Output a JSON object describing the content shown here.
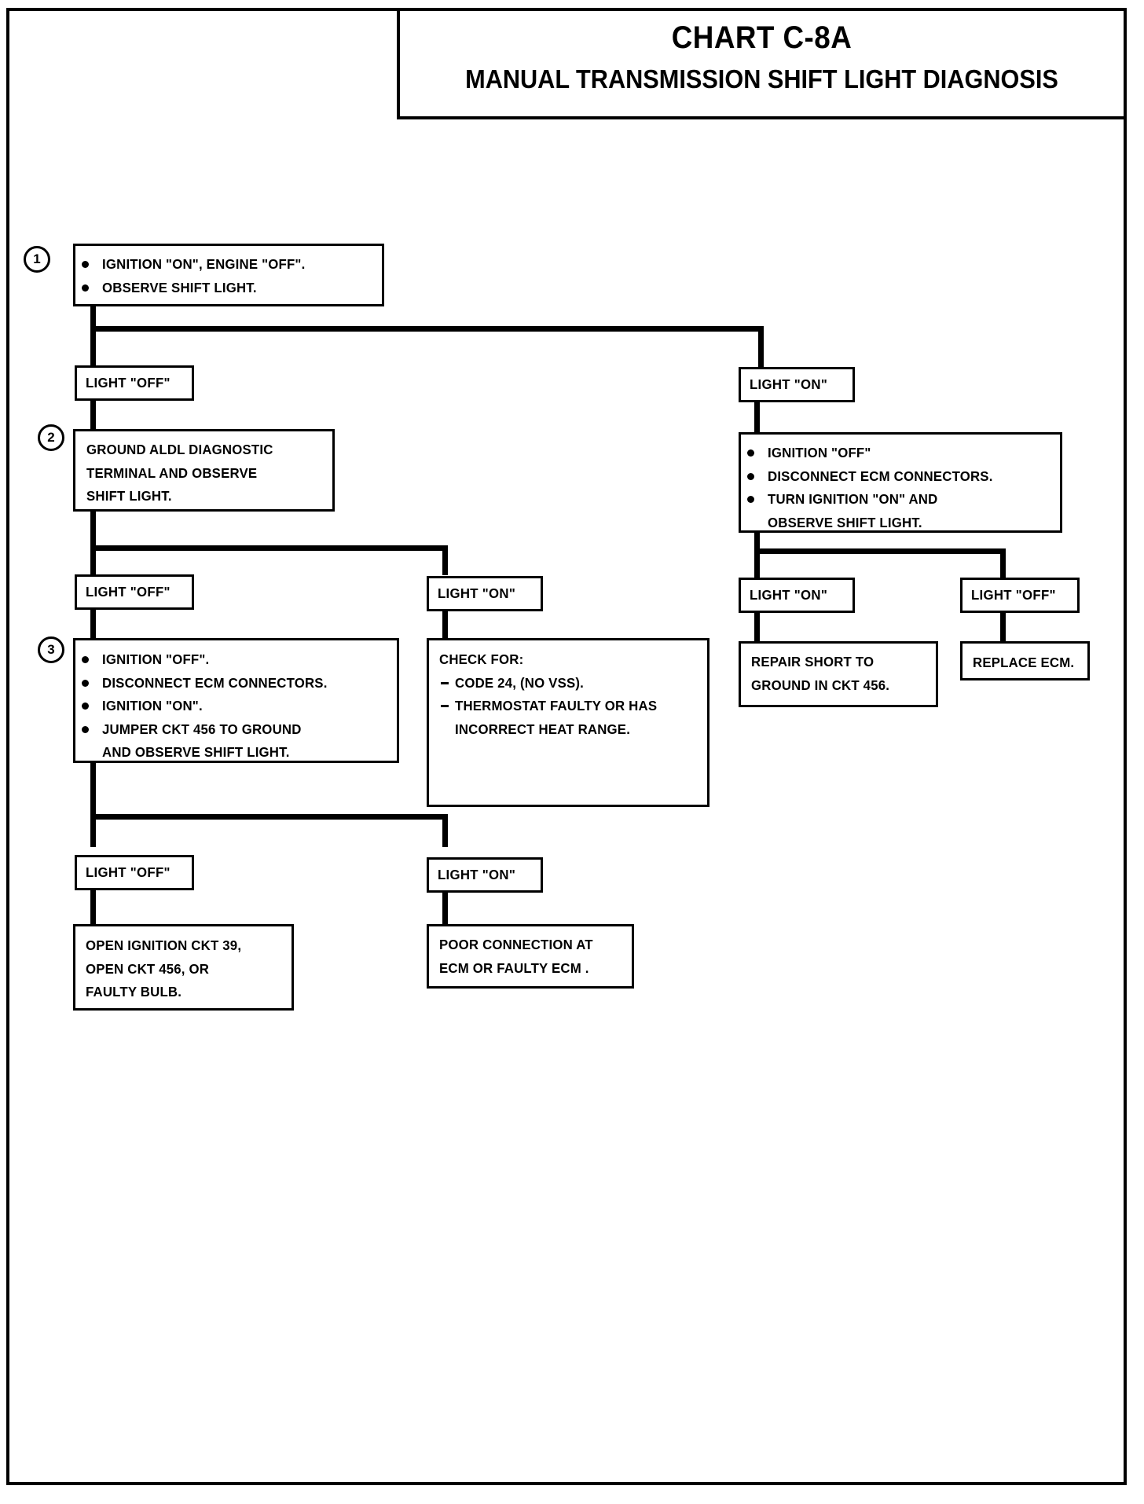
{
  "document": {
    "chart_id": "CHART C-8A",
    "chart_title": "MANUAL TRANSMISSION SHIFT LIGHT DIAGNOSIS"
  },
  "steps": {
    "one": "1",
    "two": "2",
    "three": "3"
  },
  "nodes": {
    "step1": {
      "bullets": [
        "IGNITION \"ON\", ENGINE \"OFF\".",
        "OBSERVE SHIFT LIGHT."
      ]
    },
    "branch1_off": {
      "label": "LIGHT \"OFF\""
    },
    "branch1_on": {
      "label": "LIGHT \"ON\""
    },
    "step2": {
      "lines": [
        "GROUND ALDL DIAGNOSTIC",
        "TERMINAL AND OBSERVE",
        "SHIFT LIGHT."
      ]
    },
    "ecm_disconnect": {
      "bullets": [
        "IGNITION \"OFF\"",
        "DISCONNECT ECM CONNECTORS.",
        "TURN IGNITION \"ON\" AND"
      ],
      "continuation": "OBSERVE SHIFT LIGHT."
    },
    "branch2_off": {
      "label": "LIGHT \"OFF\""
    },
    "branch2_on": {
      "label": "LIGHT \"ON\""
    },
    "branch3_on": {
      "label": "LIGHT \"ON\""
    },
    "branch3_off": {
      "label": "LIGHT \"OFF\""
    },
    "step3": {
      "bullets": [
        "IGNITION \"OFF\".",
        "DISCONNECT ECM CONNECTORS.",
        "IGNITION \"ON\".",
        "JUMPER CKT 456 TO GROUND"
      ],
      "continuation": "AND OBSERVE SHIFT LIGHT."
    },
    "check_for": {
      "heading": "CHECK FOR:",
      "items": [
        "CODE 24, (NO VSS).",
        "THERMOSTAT FAULTY OR HAS"
      ],
      "continuation": "INCORRECT HEAT RANGE."
    },
    "repair_short": {
      "lines": [
        "REPAIR SHORT TO",
        "GROUND IN CKT 456."
      ]
    },
    "replace_ecm": {
      "lines": [
        "REPLACE ECM."
      ]
    },
    "branch4_off": {
      "label": "LIGHT \"OFF\""
    },
    "branch4_on": {
      "label": "LIGHT \"ON\""
    },
    "open_ignition": {
      "lines": [
        "OPEN IGNITION CKT 39,",
        "OPEN CKT 456, OR",
        "FAULTY BULB."
      ]
    },
    "poor_connection": {
      "lines": [
        "POOR CONNECTION AT",
        "ECM OR FAULTY ECM ."
      ]
    }
  },
  "colors": {
    "ink": "#000000",
    "paper": "#ffffff"
  }
}
